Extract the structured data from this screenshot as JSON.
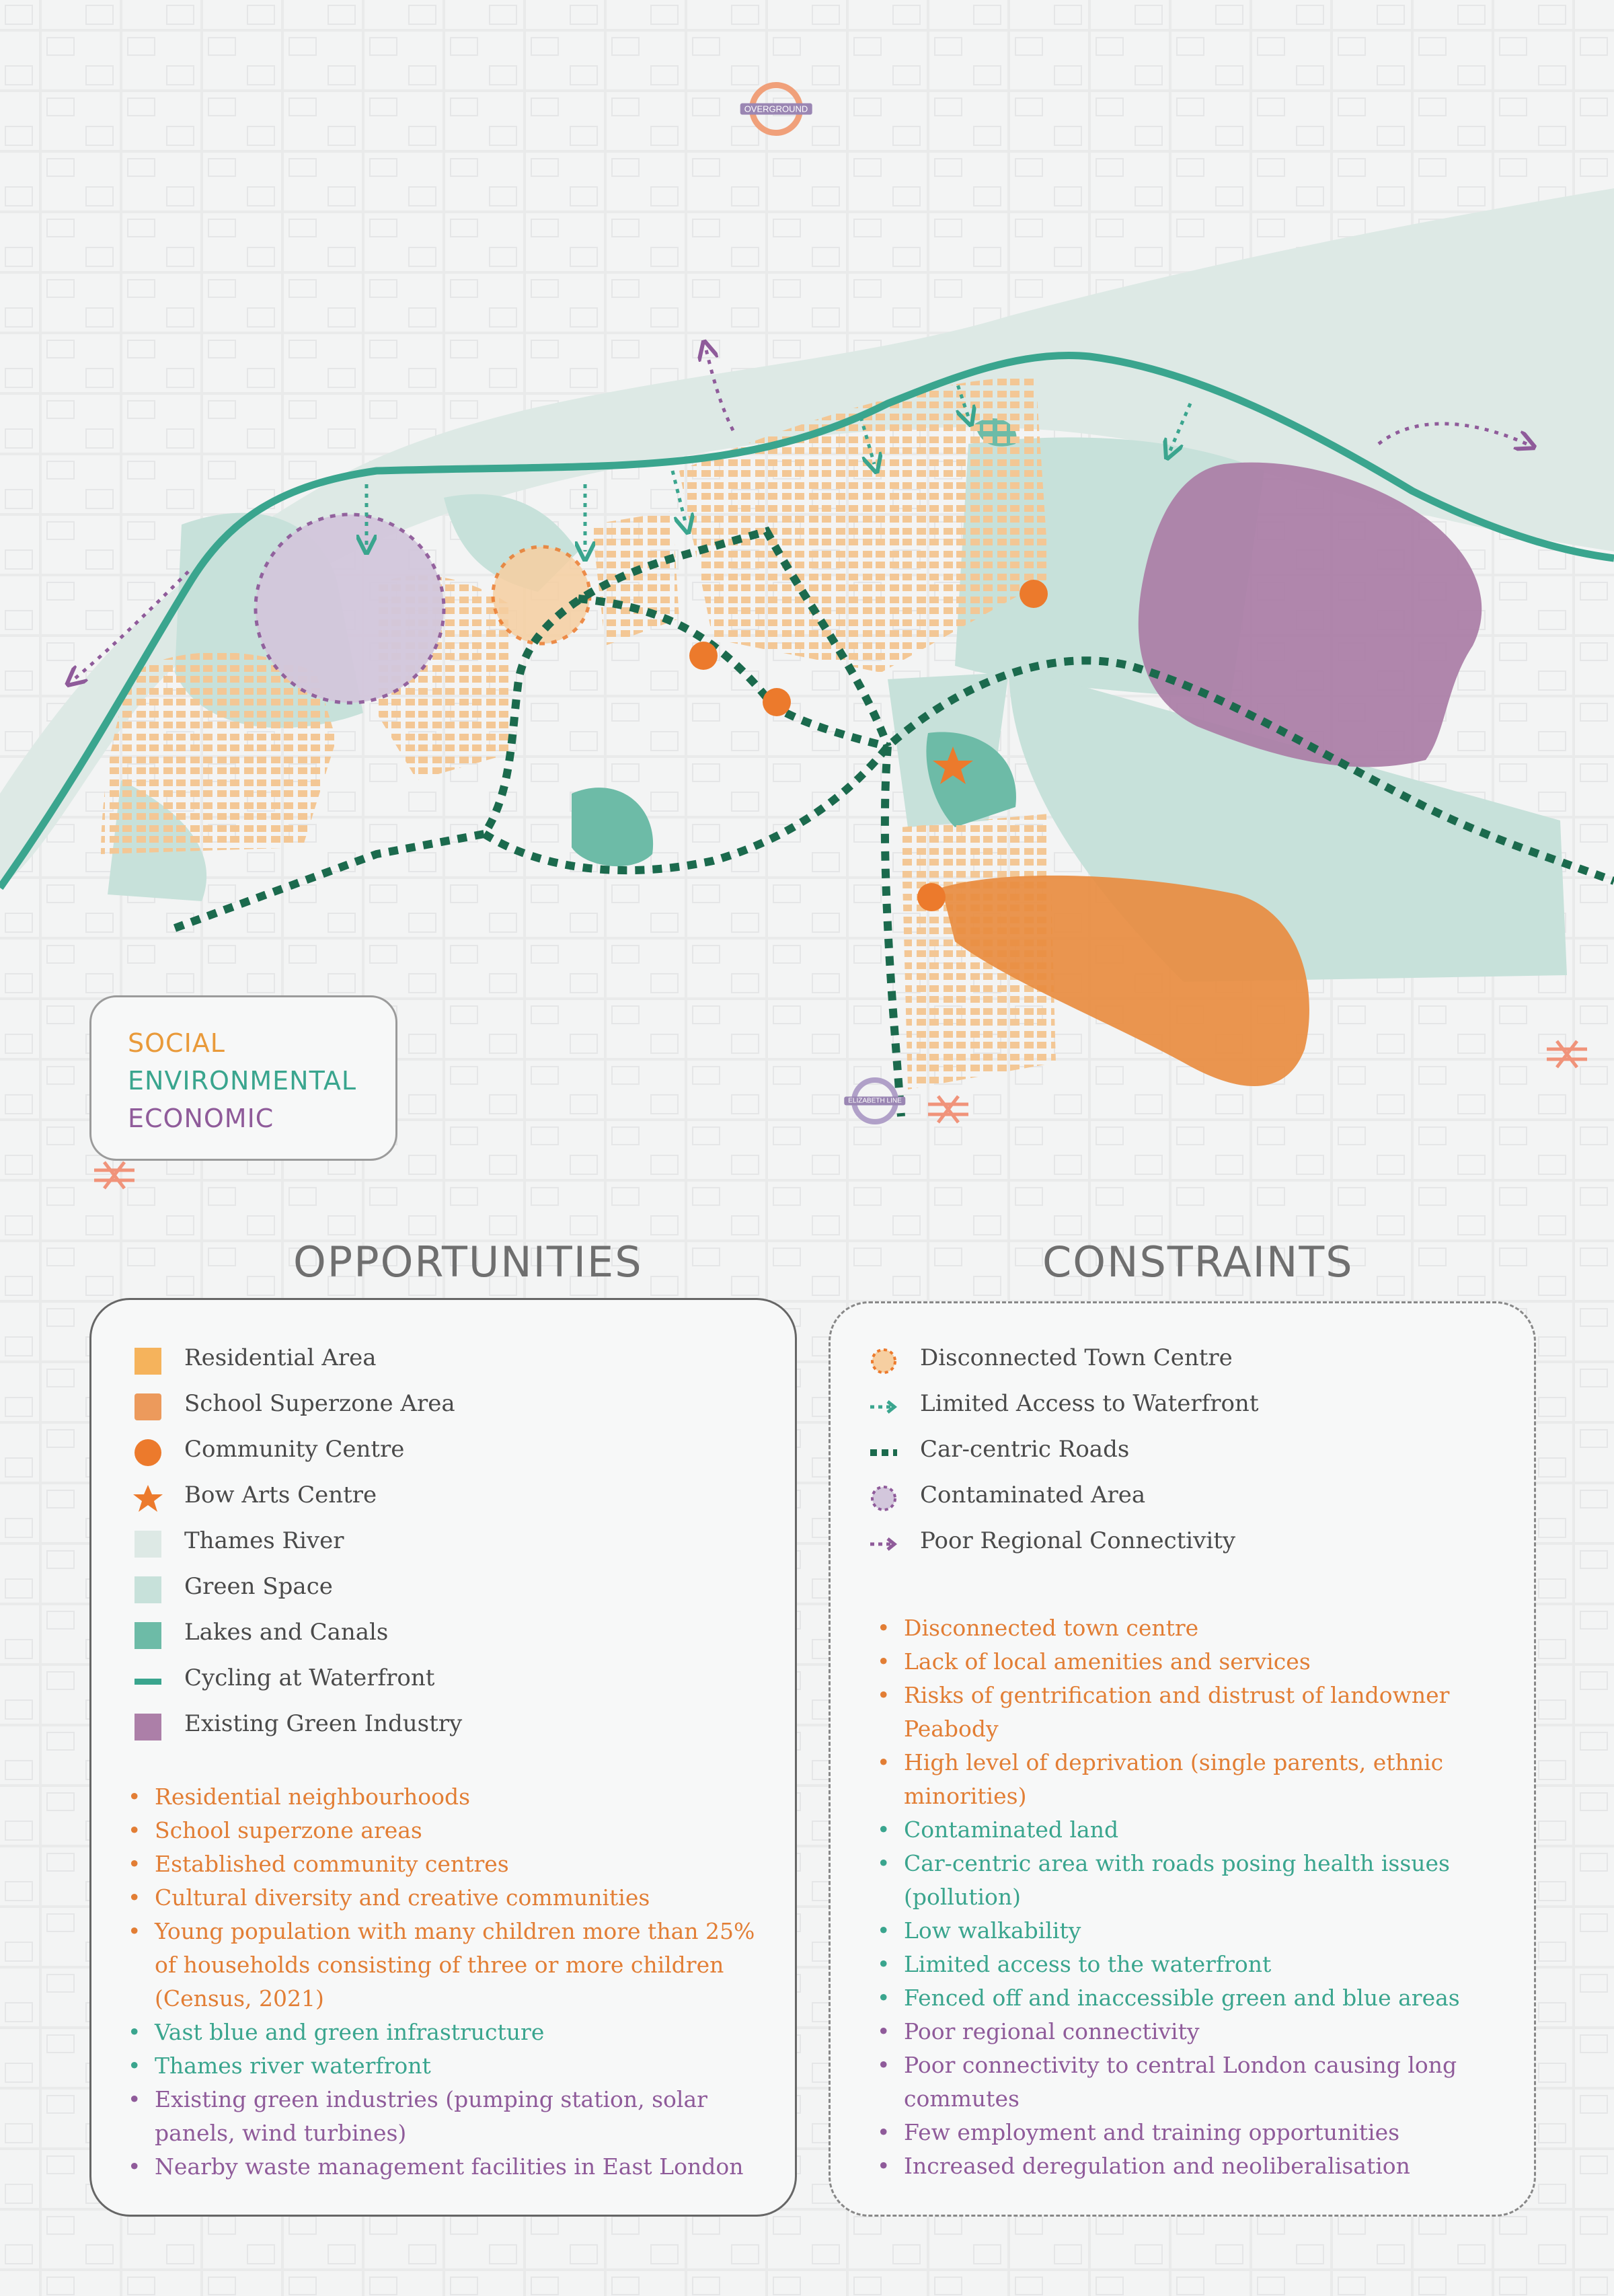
{
  "themes": {
    "social": "SOCIAL",
    "environmental": "ENVIRONMENTAL",
    "economic": "ECONOMIC"
  },
  "colors": {
    "social": "#e99a3a",
    "environmental": "#3aa58e",
    "economic": "#8f5b9a",
    "residential": "#f5b35c",
    "school": "#ec9a5c",
    "community": "#ec7a2c",
    "river": "#dde9e5",
    "green": "#c7e1da",
    "lakes": "#6dbba7",
    "cycling": "#3aa58e",
    "industry": "#ac7fa8",
    "roads": "#1b6a4d"
  },
  "map": {
    "overground_label": "OVERGROUND",
    "elizabeth_label": "ELIZABETH LINE"
  },
  "opportunities": {
    "title": "OPPORTUNITIES",
    "legend": [
      {
        "icon": "residential-area-swatch",
        "label": "Residential Area"
      },
      {
        "icon": "school-superzone-swatch",
        "label": "School Superzone Area"
      },
      {
        "icon": "community-centre-dot",
        "label": "Community Centre"
      },
      {
        "icon": "star-icon",
        "label": "Bow Arts Centre"
      },
      {
        "icon": "thames-river-swatch",
        "label": "Thames River"
      },
      {
        "icon": "green-space-swatch",
        "label": "Green Space"
      },
      {
        "icon": "lakes-canals-swatch",
        "label": "Lakes and Canals"
      },
      {
        "icon": "cycling-line",
        "label": "Cycling at Waterfront"
      },
      {
        "icon": "green-industry-swatch",
        "label": "Existing Green Industry"
      }
    ],
    "points": [
      {
        "text": "Residential neighbourhoods",
        "theme": "social"
      },
      {
        "text": "School superzone areas",
        "theme": "social"
      },
      {
        "text": "Established community centres",
        "theme": "social"
      },
      {
        "text": "Cultural diversity and creative communities",
        "theme": "social"
      },
      {
        "text": "Young population with many children more than 25% of households consisting of three or more children (Census, 2021)",
        "theme": "social"
      },
      {
        "text": "Vast blue and green infrastructure",
        "theme": "environmental"
      },
      {
        "text": "Thames river waterfront",
        "theme": "environmental"
      },
      {
        "text": "Existing green industries (pumping station, solar panels, wind turbines)",
        "theme": "economic"
      },
      {
        "text": "Nearby waste management facilities in East London",
        "theme": "economic"
      }
    ]
  },
  "constraints": {
    "title": "CONSTRAINTS",
    "legend": [
      {
        "icon": "disconnected-town-centre-icon",
        "label": "Disconnected Town Centre"
      },
      {
        "icon": "limited-access-arrow-icon",
        "label": "Limited Access to Waterfront"
      },
      {
        "icon": "car-centric-roads-line",
        "label": "Car-centric Roads"
      },
      {
        "icon": "contaminated-area-icon",
        "label": "Contaminated Area"
      },
      {
        "icon": "poor-connectivity-arrow-icon",
        "label": "Poor Regional Connectivity"
      }
    ],
    "points": [
      {
        "text": "Disconnected town centre",
        "theme": "social"
      },
      {
        "text": "Lack of local amenities and services",
        "theme": "social"
      },
      {
        "text": "Risks of gentrification and distrust of landowner Peabody",
        "theme": "social"
      },
      {
        "text": "High level of deprivation (single parents, ethnic minorities)",
        "theme": "social"
      },
      {
        "text": "Contaminated land",
        "theme": "environmental"
      },
      {
        "text": "Car-centric area with roads posing health issues (pollution)",
        "theme": "environmental"
      },
      {
        "text": "Low walkability",
        "theme": "environmental"
      },
      {
        "text": "Limited access to the waterfront",
        "theme": "environmental"
      },
      {
        "text": "Fenced off and inaccessible green and blue areas",
        "theme": "environmental"
      },
      {
        "text": "Poor regional connectivity",
        "theme": "economic"
      },
      {
        "text": "Poor connectivity to central London causing long commutes",
        "theme": "economic"
      },
      {
        "text": "Few employment and training opportunities",
        "theme": "economic"
      },
      {
        "text": "Increased deregulation and neoliberalisation",
        "theme": "economic"
      }
    ]
  }
}
